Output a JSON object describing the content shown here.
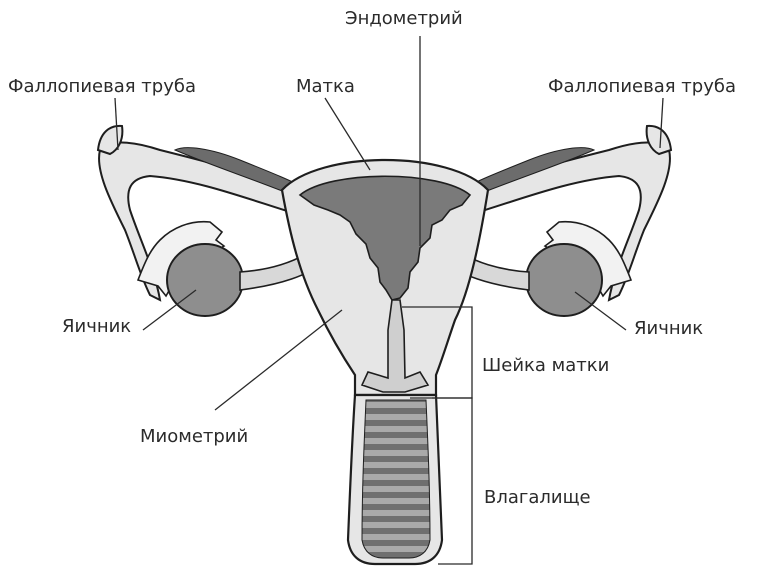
{
  "labels": {
    "endometrium": "Эндометрий",
    "tube_left": "Фаллопиевая труба",
    "uterus": "Матка",
    "tube_right": "Фаллопиевая труба",
    "ovary_left": "Яичник",
    "ovary_right": "Яичник",
    "cervix": "Шейка матки",
    "myometrium": "Миометрий",
    "vagina": "Влагалище"
  },
  "colors": {
    "outline": "#1e1e1e",
    "wall_fill": "#e6e6e6",
    "tube_lumen": "#6c6c6c",
    "cavity": "#7a7a7a",
    "ovary": "#8e8e8e",
    "vagina_bands": "#7c7c7c",
    "label_text": "#2b2b2b"
  }
}
